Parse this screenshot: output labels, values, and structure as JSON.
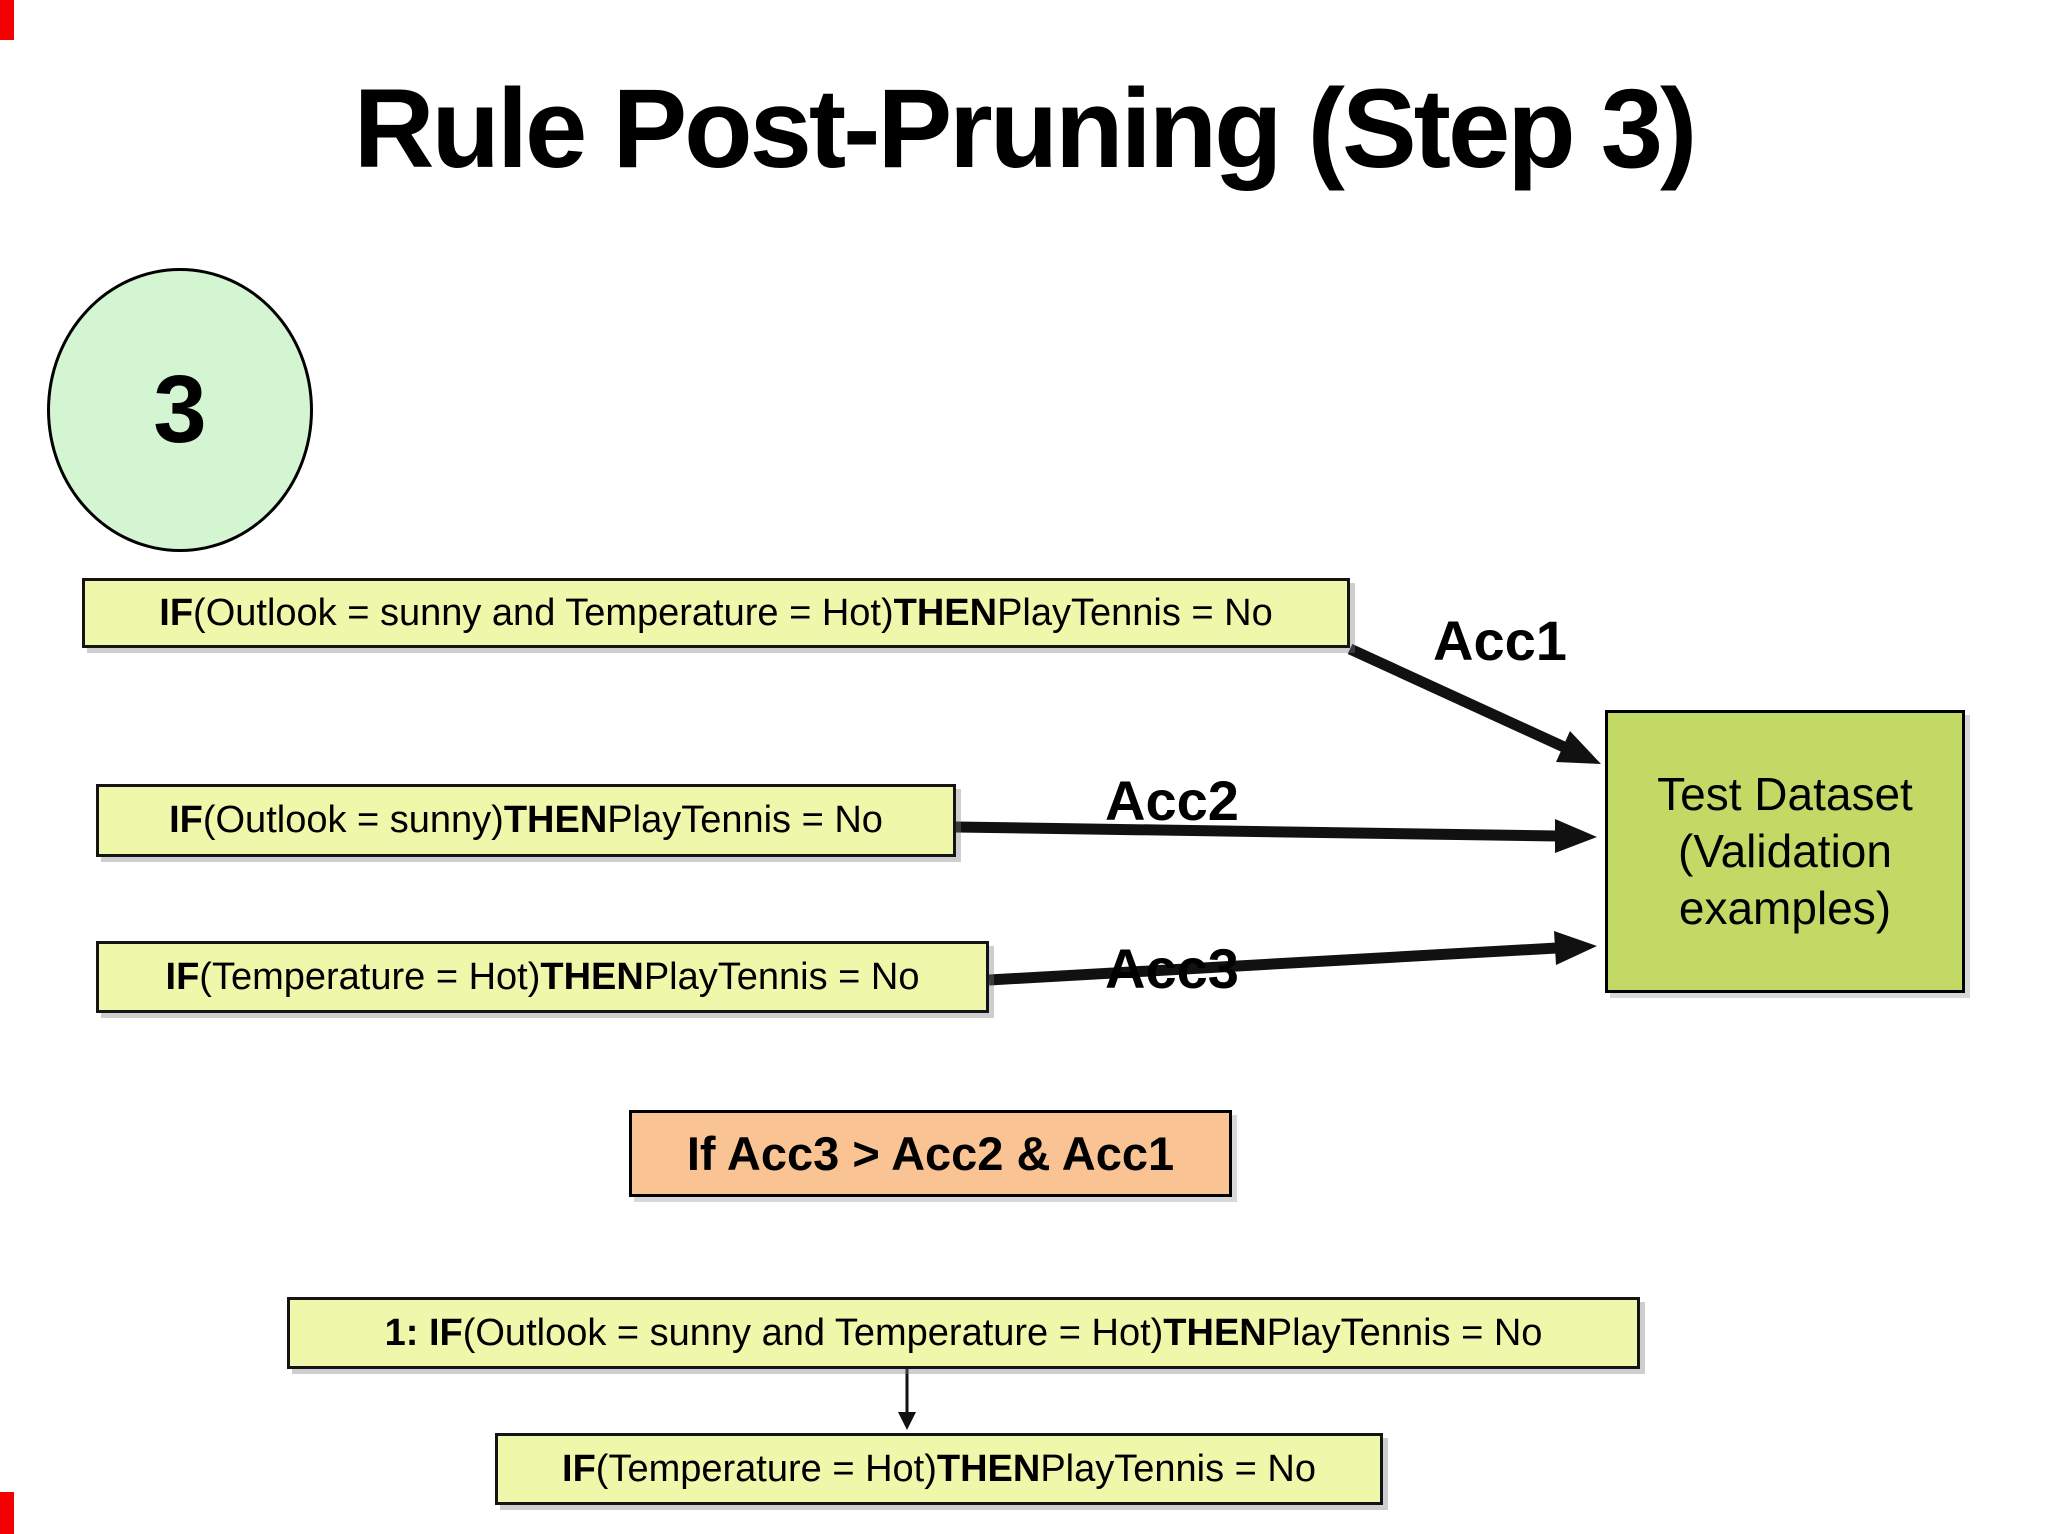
{
  "colors": {
    "background": "#ffffff",
    "text_color": "#000000",
    "rule_box_fill": "#eef7aa",
    "rule_box_border": "#141414",
    "test_box_fill": "#c3d966",
    "badge_fill": "#d4f5d2",
    "condition_box_fill": "#fac394",
    "arrow_color": "#111111",
    "edge_mark_color": "#f40000"
  },
  "header": {
    "title": "Rule Post-Pruning (Step 3)",
    "step_badge": "3"
  },
  "rules": [
    {
      "label": "Acc1",
      "parts": [
        {
          "text": "IF",
          "bold": true
        },
        {
          "text": " (Outlook = sunny and Temperature = Hot) "
        },
        {
          "text": "THEN",
          "bold": true
        },
        {
          "text": " PlayTennis = No"
        }
      ]
    },
    {
      "label": "Acc2",
      "parts": [
        {
          "text": "IF",
          "bold": true
        },
        {
          "text": " (Outlook = sunny) "
        },
        {
          "text": "THEN",
          "bold": true
        },
        {
          "text": " PlayTennis = No"
        }
      ]
    },
    {
      "label": "Acc3",
      "parts": [
        {
          "text": "IF",
          "bold": true
        },
        {
          "text": " (Temperature = Hot) "
        },
        {
          "text": "THEN",
          "bold": true
        },
        {
          "text": " PlayTennis = No"
        }
      ]
    }
  ],
  "test_dataset": {
    "lines": [
      "Test Dataset",
      "(Validation",
      "examples)"
    ]
  },
  "condition": {
    "text": "If Acc3 > Acc2 & Acc1"
  },
  "pruning": {
    "before_parts": [
      {
        "text": "1: IF",
        "bold": true
      },
      {
        "text": " (Outlook = sunny and Temperature = Hot) "
      },
      {
        "text": "THEN",
        "bold": true
      },
      {
        "text": " PlayTennis = No"
      }
    ],
    "after_parts": [
      {
        "text": "IF",
        "bold": true
      },
      {
        "text": " (Temperature = Hot) "
      },
      {
        "text": "THEN",
        "bold": true
      },
      {
        "text": " PlayTennis = No"
      }
    ]
  }
}
